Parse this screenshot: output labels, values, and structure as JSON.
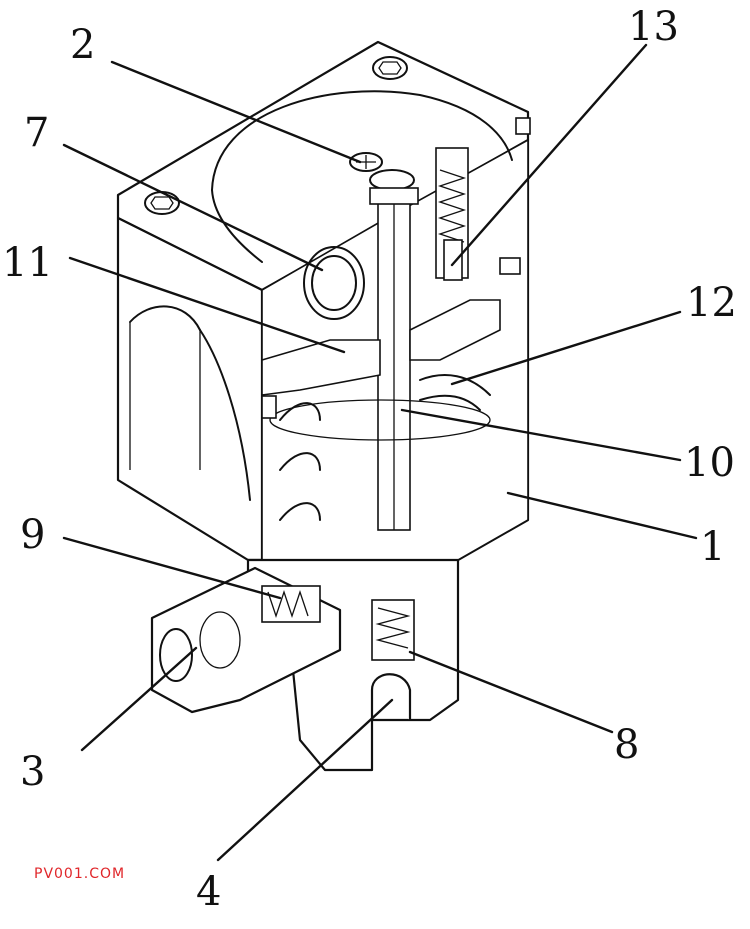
{
  "diagram": {
    "callouts": [
      {
        "id": "2",
        "text": "2"
      },
      {
        "id": "13",
        "text": "13"
      },
      {
        "id": "7",
        "text": "7"
      },
      {
        "id": "11",
        "text": "11"
      },
      {
        "id": "12",
        "text": "12"
      },
      {
        "id": "10",
        "text": "10"
      },
      {
        "id": "1",
        "text": "1"
      },
      {
        "id": "9",
        "text": "9"
      },
      {
        "id": "3",
        "text": "3"
      },
      {
        "id": "8",
        "text": "8"
      },
      {
        "id": "4",
        "text": "4"
      }
    ],
    "watermark": "PV001.COM"
  }
}
